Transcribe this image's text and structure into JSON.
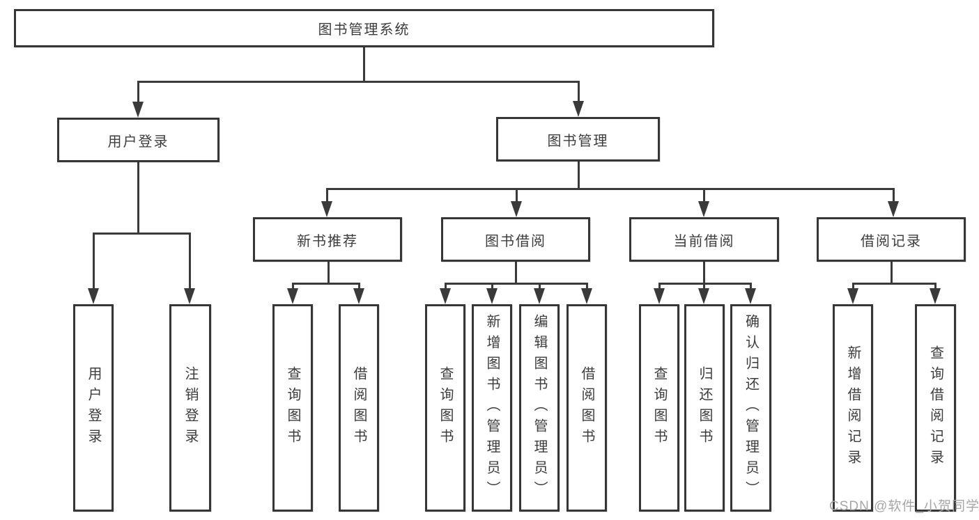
{
  "diagram": {
    "root": {
      "label": "图书管理系统"
    },
    "branches": {
      "user_login": {
        "label": "用户登录",
        "children": {
          "login": {
            "label": "用户登录"
          },
          "logout": {
            "label": "注销登录"
          }
        }
      },
      "book_management": {
        "label": "图书管理",
        "sections": {
          "new_book_recommend": {
            "label": "新书推荐",
            "children": {
              "query_book": {
                "label": "查询图书"
              },
              "borrow_book": {
                "label": "借阅图书"
              }
            }
          },
          "book_borrow": {
            "label": "图书借阅",
            "children": {
              "query_book": {
                "label": "查询图书"
              },
              "add_book_admin": {
                "label": "新增图书（管理员）"
              },
              "edit_book_admin": {
                "label": "编辑图书（管理员）"
              },
              "borrow_book": {
                "label": "借阅图书"
              }
            }
          },
          "current_borrow": {
            "label": "当前借阅",
            "children": {
              "query_book": {
                "label": "查询图书"
              },
              "return_book": {
                "label": "归还图书"
              },
              "confirm_return_admin": {
                "label": "确认归还（管理员）"
              }
            }
          },
          "borrow_records": {
            "label": "借阅记录",
            "children": {
              "add_borrow_record": {
                "label": "新增借阅记录"
              },
              "query_borrow_record": {
                "label": "查询借阅记录"
              }
            }
          }
        }
      }
    },
    "watermark": "CSDN @软件_小贺同学",
    "colors": {
      "line": "#3a3a3a",
      "box_border": "#363636",
      "text": "#3c3c3c",
      "watermark": "#a6a6a6",
      "background": "#ffffff"
    }
  }
}
